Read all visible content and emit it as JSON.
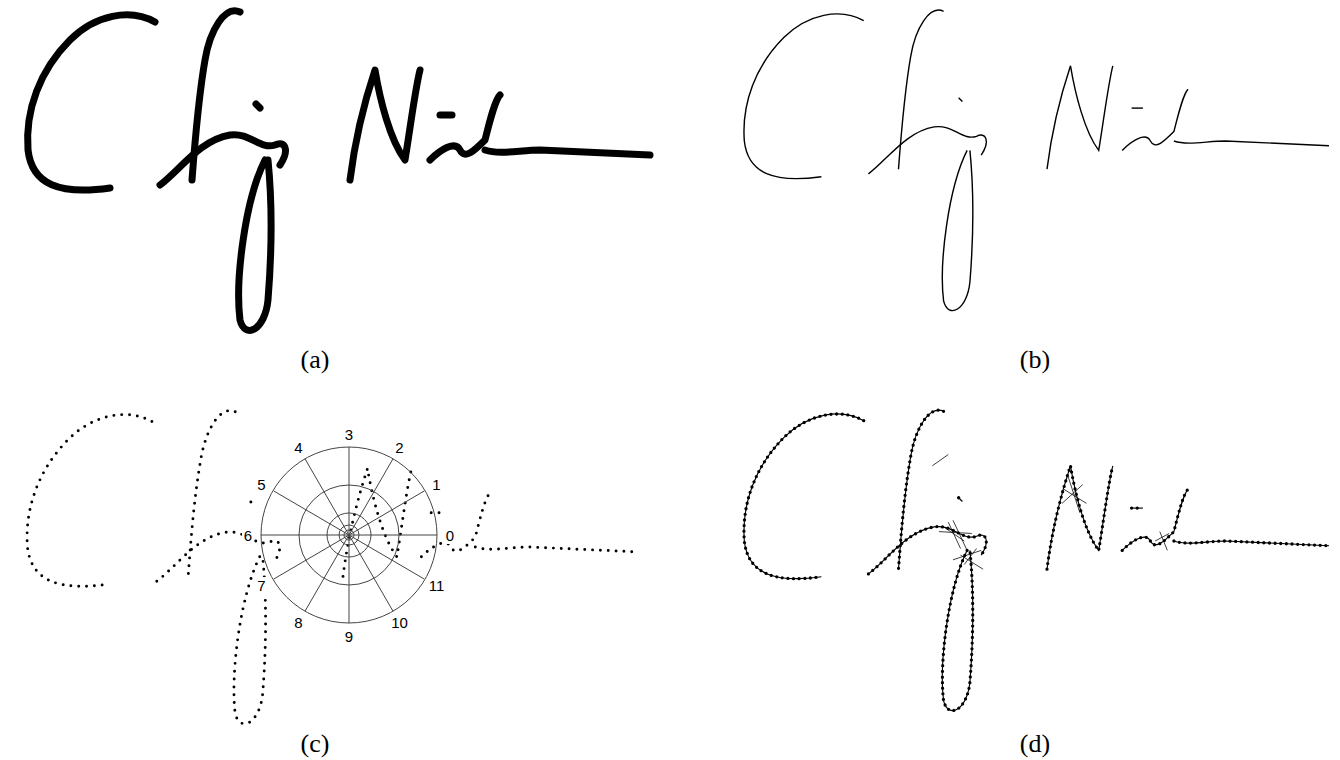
{
  "diagram": {
    "labels": [
      "(a)",
      "(b)",
      "(c)",
      "(d)",
      "0",
      "1",
      "2",
      "3",
      "4",
      "5",
      "6",
      "7",
      "8",
      "9",
      "10",
      "11"
    ]
  }
}
